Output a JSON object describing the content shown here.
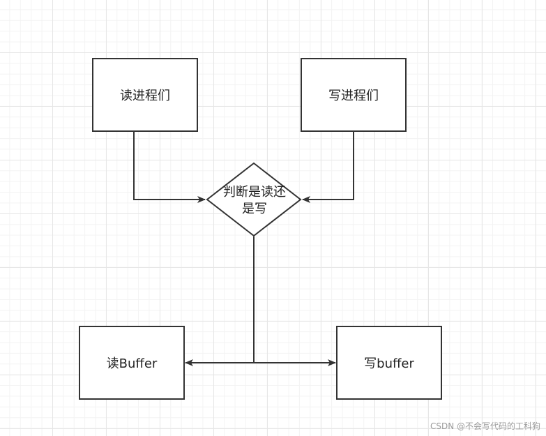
{
  "nodes": {
    "read_processes": "读进程们",
    "write_processes": "写进程们",
    "decision_line1": "判断是读还",
    "decision_line2": "是写",
    "read_buffer": "读Buffer",
    "write_buffer": "写buffer"
  },
  "watermark": "CSDN @不会写代码的工科狗"
}
